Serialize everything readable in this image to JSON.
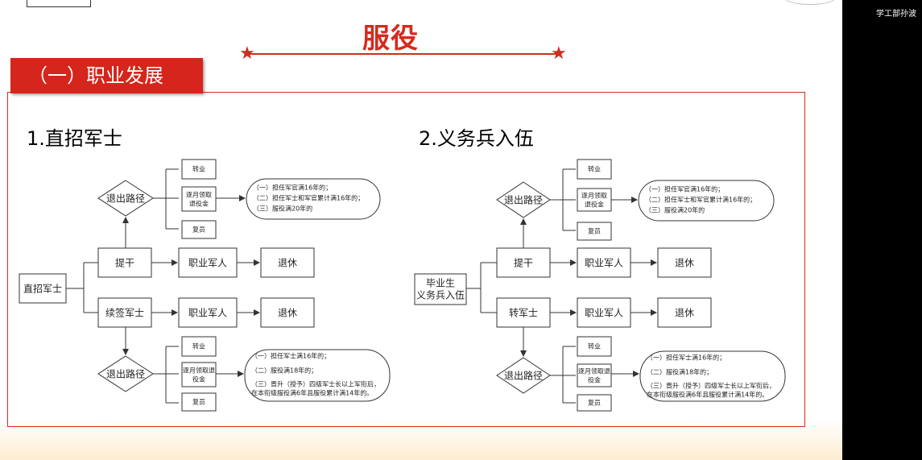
{
  "top_right_label": "学工部孙波",
  "title": "服役",
  "section_label": "（一）职业发展",
  "colors": {
    "accent": "#d62a1e"
  },
  "flow1": {
    "heading": "1.直招军士",
    "start": "直招军士",
    "path_upper": "提干",
    "path_lower": "续签军士",
    "career_upper": "职业军人",
    "career_lower": "职业军人",
    "retire_upper": "退休",
    "retire_lower": "退休",
    "exit_upper": "退出路径",
    "exit_lower": "退出路径",
    "opt_upper_1": "转业",
    "opt_upper_2a": "逐月领取",
    "opt_upper_2b": "退役金",
    "opt_upper_3": "复员",
    "opt_lower_1": "转业",
    "opt_lower_2a": "逐月领取退",
    "opt_lower_2b": "役金",
    "opt_lower_3": "复员",
    "cond_upper_1": "（一）担任军官满16年的；",
    "cond_upper_2": "（二）担任军士和军官累计满16年的；",
    "cond_upper_3": "（三）服役满20年的",
    "cond_lower_1": "（一）担任军士满16年的；",
    "cond_lower_2": "（二）服役满18年的；",
    "cond_lower_3": "（三）晋升（授予）四级军士长以上军衔后，",
    "cond_lower_4": "在本衔级服役满6年且服役累计满14年的。"
  },
  "flow2": {
    "heading": "2.义务兵入伍",
    "start_1": "毕业生",
    "start_2": "义务兵入伍",
    "path_upper": "提干",
    "path_lower": "转军士",
    "career_upper": "职业军人",
    "career_lower": "职业军人",
    "retire_upper": "退休",
    "retire_lower": "退休",
    "exit_upper": "退出路径",
    "exit_lower": "退出路径",
    "opt_upper_1": "转业",
    "opt_upper_2a": "逐月领取",
    "opt_upper_2b": "退役金",
    "opt_upper_3": "复员",
    "opt_lower_1": "转业",
    "opt_lower_2a": "逐月领取退",
    "opt_lower_2b": "役金",
    "opt_lower_3": "复员",
    "cond_upper_1": "（一）担任军官满16年的；",
    "cond_upper_2": "（二）担任军士和军官累计满16年的；",
    "cond_upper_3": "（三）服役满20年的",
    "cond_lower_1": "（一）担任军士满16年的；",
    "cond_lower_2": "（二）服役满18年的；",
    "cond_lower_3": "（三）晋升（授予）四级军士长以上军衔后，",
    "cond_lower_4": "在本衔级服役满6年且服役累计满14年的。"
  }
}
